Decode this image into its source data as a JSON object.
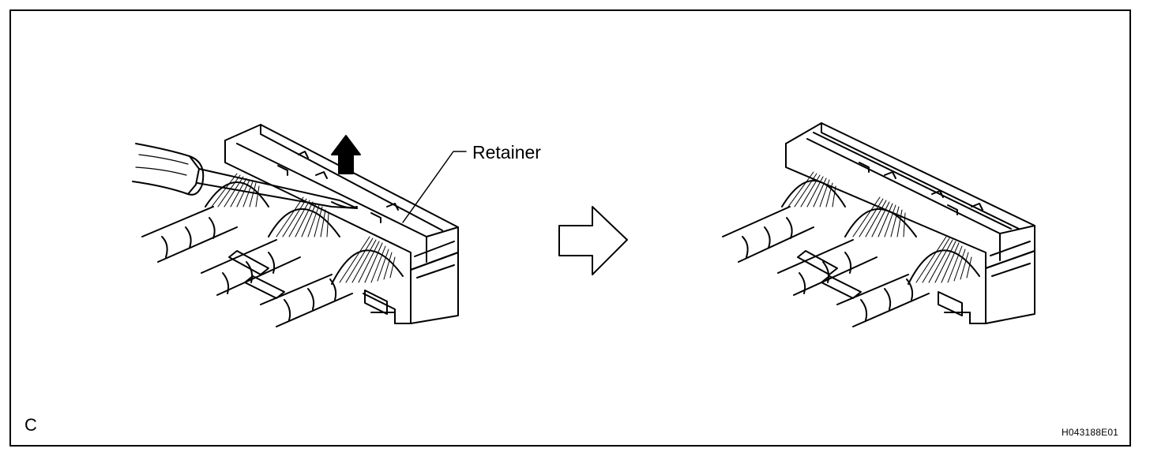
{
  "diagram": {
    "callout_label": "Retainer",
    "corner_letter": "C",
    "figure_id": "H043188E01"
  },
  "icons": {
    "pull_arrow": "up-arrow-icon",
    "transition_arrow": "right-outline-arrow-icon",
    "tool": "screwdriver-icon"
  },
  "colors": {
    "ink": "#000000",
    "paper": "#ffffff"
  }
}
